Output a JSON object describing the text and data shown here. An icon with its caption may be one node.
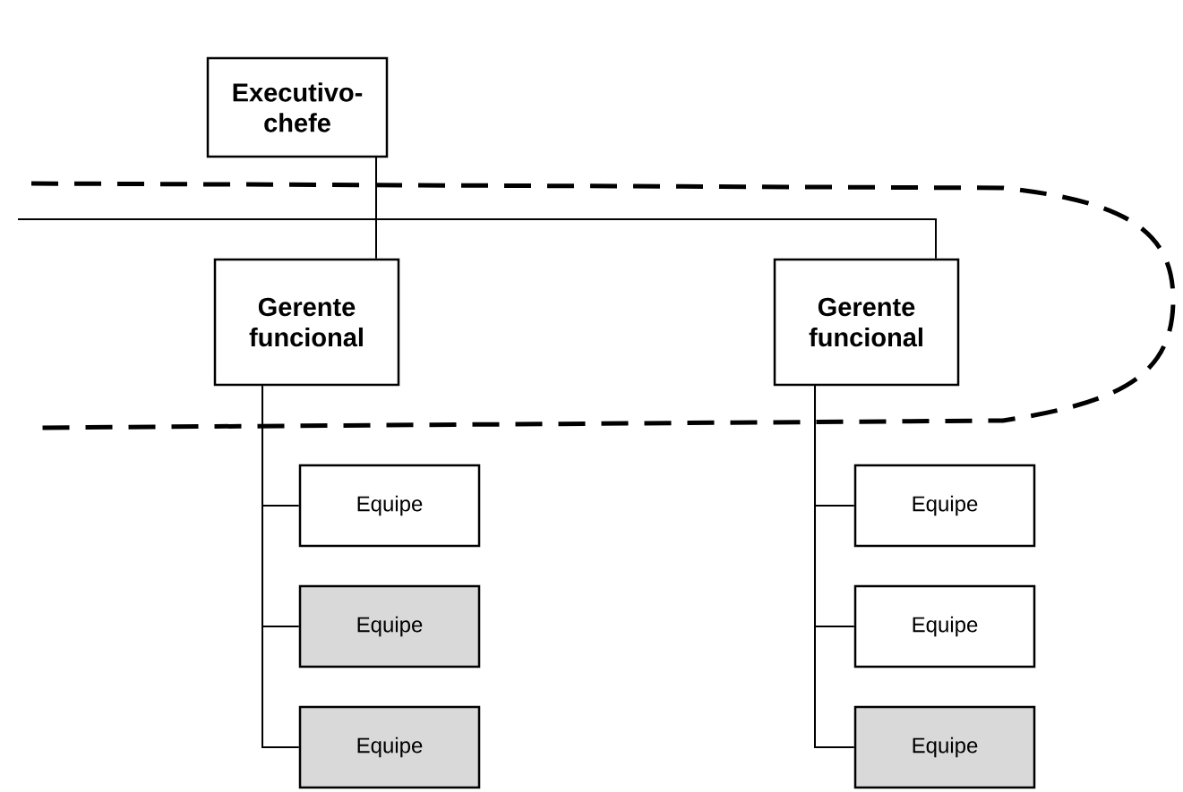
{
  "diagram": {
    "nodes": [
      {
        "text": [
          "Executivo-chefe"
        ]
      },
      {
        "text": [
          "Gerente funcional"
        ]
      },
      {
        "text": [
          "Gerente funcional"
        ]
      },
      {
        "text": [
          "Equipe"
        ]
      },
      {
        "text": [
          "Equipe"
        ]
      },
      {
        "text": [
          "Equipe"
        ]
      },
      {
        "text": [
          "Equipe"
        ]
      },
      {
        "text": [
          "Equipe"
        ]
      },
      {
        "text": [
          "Equipe"
        ]
      }
    ],
    "edges": [
      {
        "from": 0,
        "to": 1,
        "arrow": "none"
      },
      {
        "from": 0,
        "to": 2,
        "arrow": "none"
      },
      {
        "from": 0,
        "to": null,
        "arrow": "none"
      },
      {
        "from": 1,
        "to": 3,
        "arrow": "none"
      },
      {
        "from": 1,
        "to": 4,
        "arrow": "none"
      },
      {
        "from": 1,
        "to": 5,
        "arrow": "none"
      },
      {
        "from": 2,
        "to": 6,
        "arrow": "none"
      },
      {
        "from": 2,
        "to": 7,
        "arrow": "none"
      },
      {
        "from": 2,
        "to": 8,
        "arrow": "none"
      }
    ]
  }
}
